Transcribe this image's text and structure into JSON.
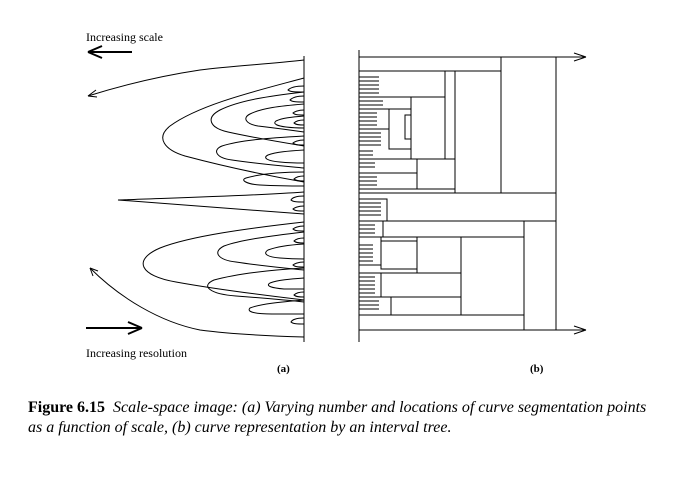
{
  "labels": {
    "increasing_scale": "Increasing  scale",
    "increasing_resolution": "Increasing  resolution",
    "panel_a": "(a)",
    "panel_b": "(b)"
  },
  "caption": {
    "number": "Figure 6.15",
    "text": "Scale-space image: (a) Varying number and locations of curve segmentation points as a function of scale, (b) curve representation by an interval tree."
  }
}
